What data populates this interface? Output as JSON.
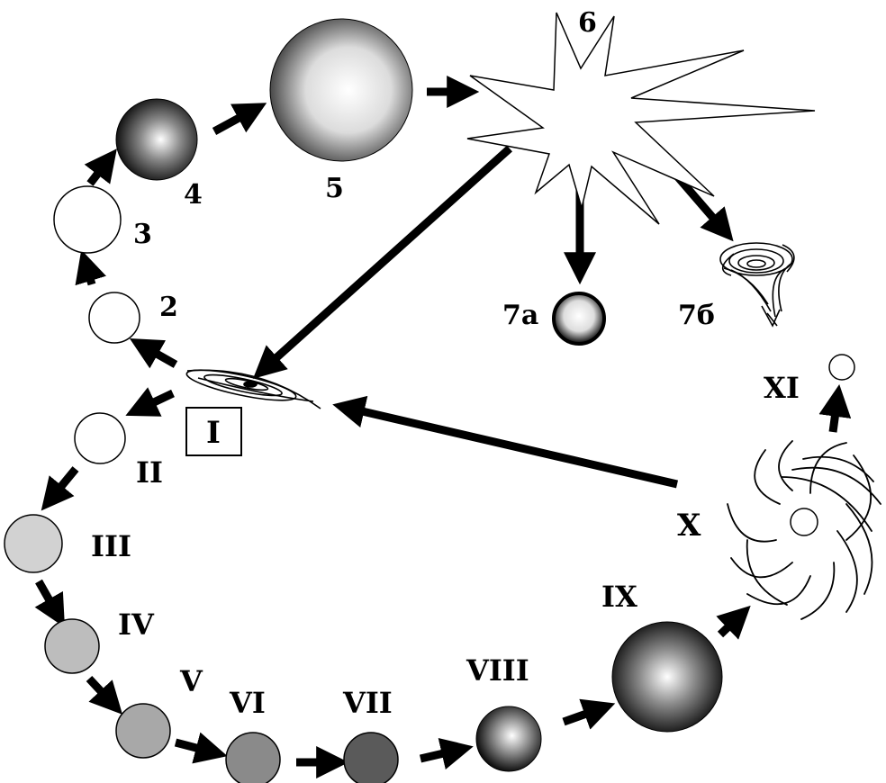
{
  "labels": {
    "s2": "2",
    "s3": "3",
    "s4": "4",
    "s5": "5",
    "s6": "6",
    "s7a": "7a",
    "s7b": "7б",
    "r1": "I",
    "r2": "II",
    "r3": "III",
    "r4": "IV",
    "r5": "V",
    "r6": "VI",
    "r7": "VII",
    "r8": "VIII",
    "r9": "IX",
    "r10": "X",
    "r11": "XI"
  },
  "colors": {
    "ink": "#000000",
    "background": "#ffffff",
    "gray_light": "#d2d2d2",
    "gray_mid": "#b4b4b4",
    "gray_dark": "#8a8a8a",
    "gray_darker": "#5a5a5a"
  }
}
